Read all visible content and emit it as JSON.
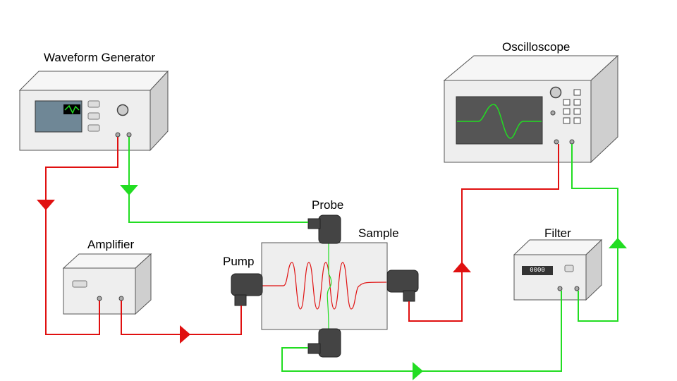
{
  "labels": {
    "waveform_generator": "Waveform Generator",
    "oscilloscope": "Oscilloscope",
    "amplifier": "Amplifier",
    "filter": "Filter",
    "probe": "Probe",
    "sample": "Sample",
    "pump": "Pump"
  },
  "filter_display": "0000",
  "colors": {
    "signal_red": "#e01010",
    "signal_green": "#22dd22",
    "box_front": "#eeeeee",
    "box_top": "#f6f6f6",
    "box_side": "#cfcfcf",
    "screen_generator": "#6f8796",
    "screen_oscilloscope": "#555555",
    "transducer": "#444444"
  },
  "icons": [
    "arrow-down-icon",
    "arrow-up-icon",
    "arrow-right-icon",
    "knob-icon",
    "connector-icon"
  ]
}
